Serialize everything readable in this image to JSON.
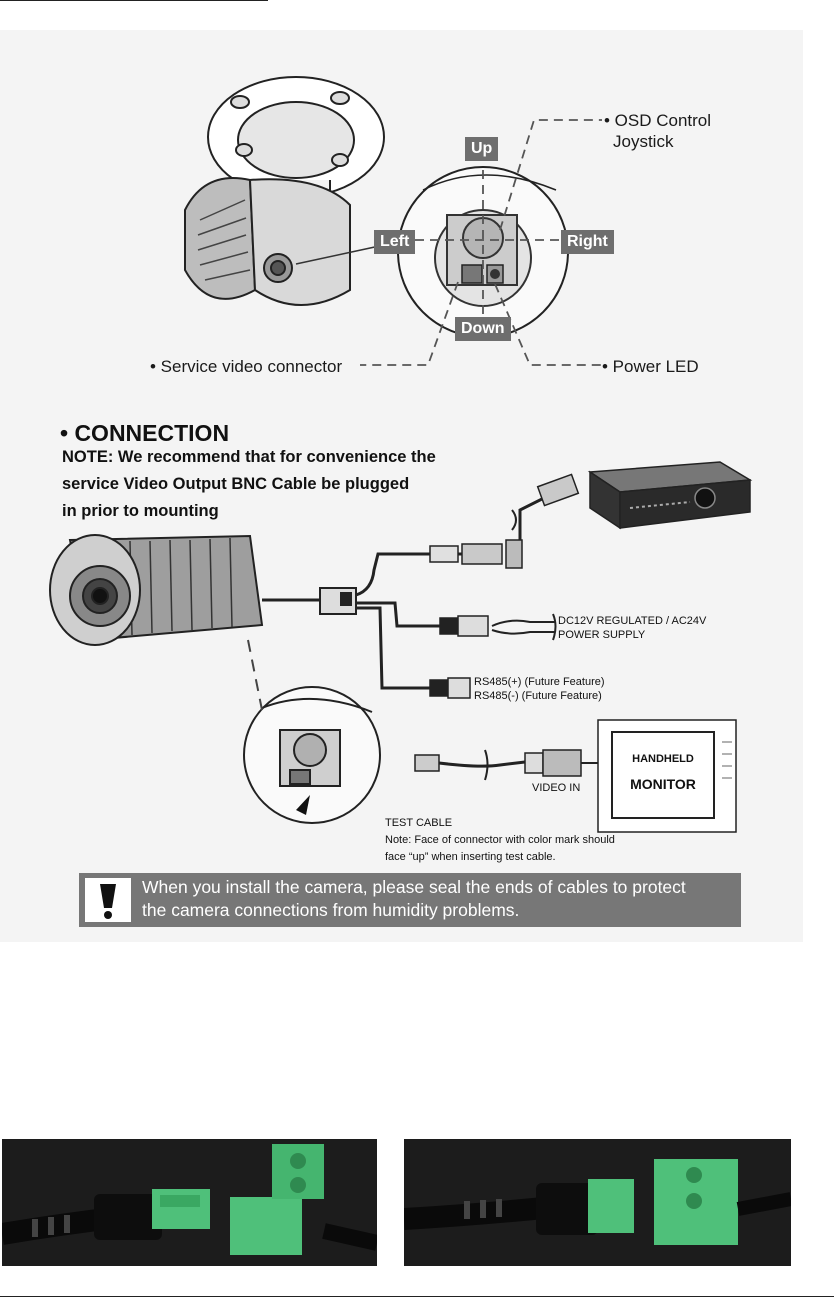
{
  "osd": {
    "callout_osd_line1": "• OSD Control",
    "callout_osd_line2": "Joystick",
    "label_up": "Up",
    "label_down": "Down",
    "label_left": "Left",
    "label_right": "Right",
    "callout_service": "• Service video connector",
    "callout_power": "• Power LED"
  },
  "connection": {
    "heading": "• CONNECTION",
    "note_line1": "NOTE: We recommend that for convenience the",
    "note_line2": "service Video Output BNC Cable be plugged",
    "note_line3": "in prior to mounting",
    "power_line1": "DC12V REGULATED / AC24V",
    "power_line2": "POWER SUPPLY",
    "rs485_plus": "RS485(+) (Future Feature)",
    "rs485_minus": "RS485(-) (Future Feature)",
    "video_in": "VIDEO IN",
    "test_cable": "TEST CABLE",
    "test_note_line1": "Note: Face of connector with color mark should",
    "test_note_line2": "face “up” when inserting test cable.",
    "monitor_line1": "HANDHELD",
    "monitor_line2": "MONITOR"
  },
  "warning": {
    "line1": "When you install the camera, please seal the ends of cables to protect",
    "line2": "the camera connections from humidity problems."
  },
  "colors": {
    "label_bg": "#6e6e6e",
    "warning_bg": "#777777",
    "connector_green": "#4fc07a"
  },
  "icons": [
    "exclamation-icon"
  ]
}
